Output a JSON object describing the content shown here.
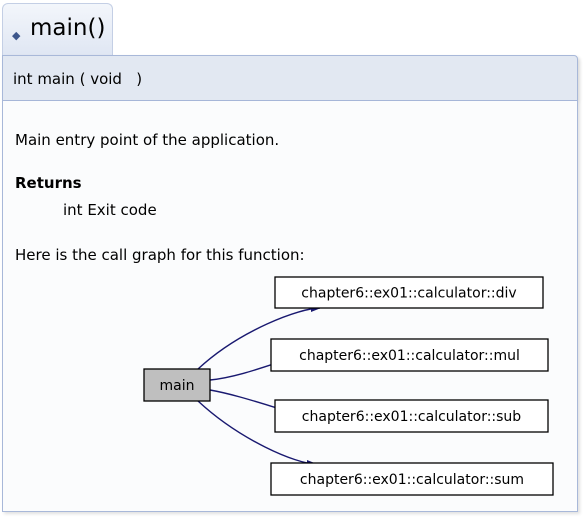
{
  "member": {
    "title": "main()",
    "signature": "int main ( void   )"
  },
  "doc": {
    "brief": "Main entry point of the application.",
    "returns_heading": "Returns",
    "returns_value": "int Exit code",
    "callgraph_intro": "Here is the call graph for this function:"
  },
  "graph": {
    "root": "main",
    "callees": [
      "chapter6::ex01::calculator::div",
      "chapter6::ex01::calculator::mul",
      "chapter6::ex01::calculator::sub",
      "chapter6::ex01::calculator::sum"
    ],
    "colors": {
      "edge": "#191970",
      "root_fill": "#bfbfbf",
      "node_fill": "#ffffff"
    }
  }
}
